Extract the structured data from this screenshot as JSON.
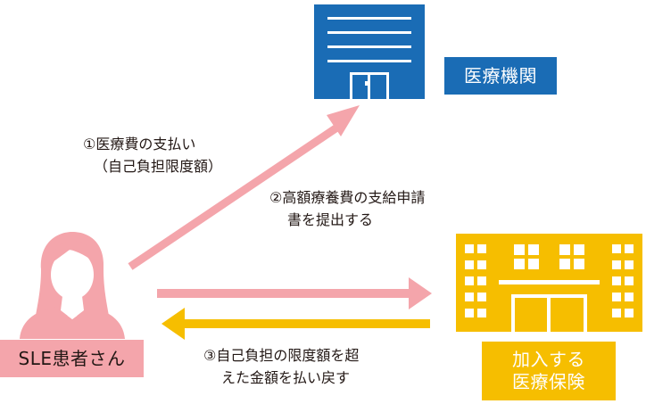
{
  "nodes": {
    "hospital": {
      "label": "医療機関"
    },
    "patient": {
      "label": "SLE患者さん"
    },
    "insurer": {
      "label_line1": "加入する",
      "label_line2": "医療保険"
    }
  },
  "steps": {
    "step1": {
      "line1": "①医療費の支払い",
      "line2": "（自己負担限度額）"
    },
    "step2": {
      "line1": "②高額療養費の支給申請",
      "line2": "書を提出する"
    },
    "step3": {
      "line1": "③自己負担の限度額を超",
      "line2": "えた金額を払い戻す"
    }
  },
  "colors": {
    "hospital_blue": "#1a6cb5",
    "patient_pink": "#f4a5ab",
    "insurer_yellow": "#f6be00",
    "text": "#231815"
  }
}
